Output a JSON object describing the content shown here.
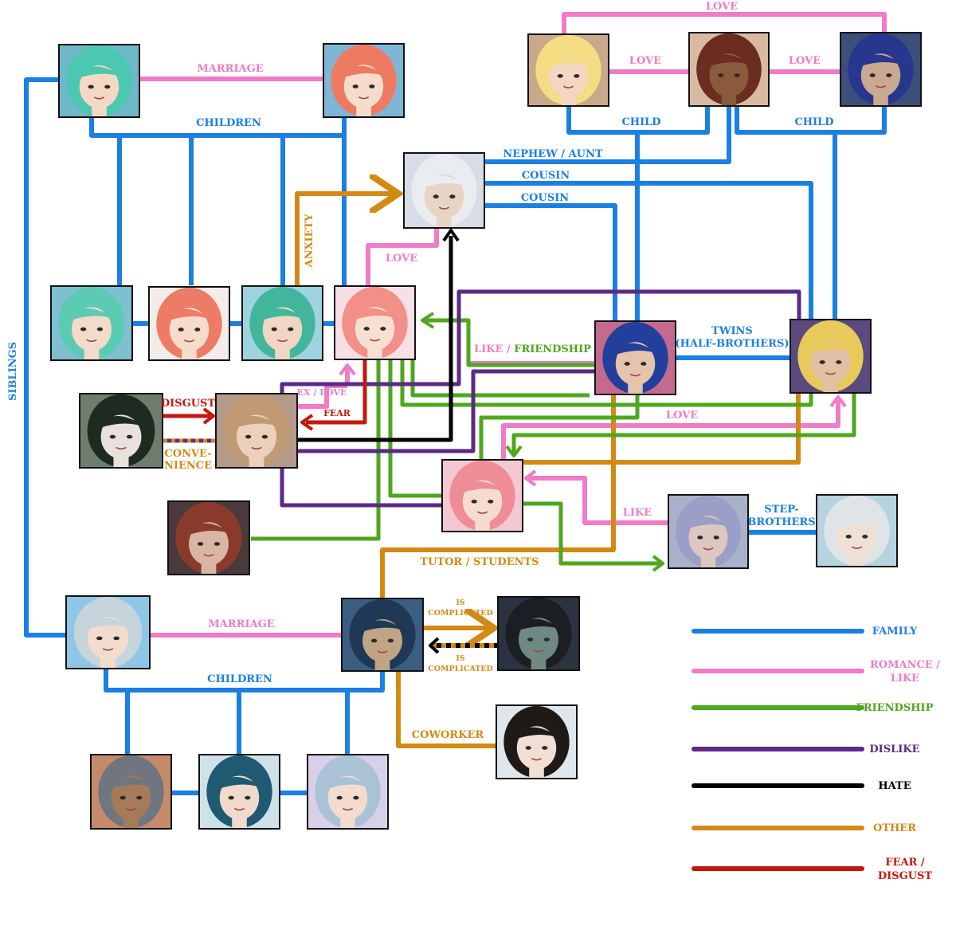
{
  "colors": {
    "family": "#1b7fe3",
    "romance": "#f07bc6",
    "friendship": "#4ea71d",
    "dislike": "#5b2a86",
    "hate": "#000000",
    "other": "#d38a14",
    "fear": "#c4180e"
  },
  "portraits": [
    {
      "id": "p1",
      "icon": "teal-hair-portrait-icon",
      "bg": "#6fb8c9",
      "hair": "#4cc8b0",
      "skin": "#f5d8c4"
    },
    {
      "id": "p2",
      "icon": "red-hair-portrait-icon",
      "bg": "#7fb6d8",
      "hair": "#ef7a62",
      "skin": "#f7dccb"
    },
    {
      "id": "p3",
      "icon": "blonde-hair-portrait-icon",
      "bg": "#c9a98a",
      "hair": "#f4dd82",
      "skin": "#f4d6c2"
    },
    {
      "id": "p4",
      "icon": "rasta-hair-portrait-icon",
      "bg": "#d9b9a2",
      "hair": "#6b2d1f",
      "skin": "#8a5a3c"
    },
    {
      "id": "p5",
      "icon": "navy-hair-portrait-icon",
      "bg": "#3a4f7a",
      "hair": "#27378e",
      "skin": "#c9a98f"
    },
    {
      "id": "p6",
      "icon": "silver-hair-portrait-icon",
      "bg": "#d7dde4",
      "hair": "#e9ecf0",
      "skin": "#e8d4c4"
    },
    {
      "id": "p7",
      "icon": "teal-hair-portrait-icon",
      "bg": "#7ec0cf",
      "hair": "#5ccbb4",
      "skin": "#f3dbc9"
    },
    {
      "id": "p8",
      "icon": "red-hair-portrait-icon",
      "bg": "#f3ece8",
      "hair": "#ee7b66",
      "skin": "#f7dccb"
    },
    {
      "id": "p9",
      "icon": "teal-hair-portrait-icon",
      "bg": "#9ed3df",
      "hair": "#42b69d",
      "skin": "#f2d6c4"
    },
    {
      "id": "p10",
      "icon": "pink-hair-portrait-icon",
      "bg": "#f6dfe6",
      "hair": "#f28f86",
      "skin": "#f7e0d2"
    },
    {
      "id": "p11",
      "icon": "blue-hair-portrait-icon",
      "bg": "#c46a8e",
      "hair": "#233f9c",
      "skin": "#e6c3ab"
    },
    {
      "id": "p12",
      "icon": "blonde-hair-portrait-icon",
      "bg": "#5a4a7e",
      "hair": "#e8c95c",
      "skin": "#e2c0a4"
    },
    {
      "id": "p13",
      "icon": "black-hair-portrait-icon",
      "bg": "#6f7d6e",
      "hair": "#1d2b20",
      "skin": "#e9e2dc"
    },
    {
      "id": "p14",
      "icon": "brown-hair-portrait-icon",
      "bg": "#b49a8b",
      "hair": "#c09a72",
      "skin": "#ecd0bb"
    },
    {
      "id": "p15",
      "icon": "pink-hair-portrait-icon",
      "bg": "#f4c8d1",
      "hair": "#ee8d96",
      "skin": "#f7dbcf"
    },
    {
      "id": "p16",
      "icon": "auburn-hair-portrait-icon",
      "bg": "#4a3a3c",
      "hair": "#8a3a2a",
      "skin": "#d9b6a4"
    },
    {
      "id": "p17",
      "icon": "lavender-hair-portrait-icon",
      "bg": "#aab2c9",
      "hair": "#9b9ec6",
      "skin": "#ddc7c1"
    },
    {
      "id": "p18",
      "icon": "silver-hair-portrait-icon",
      "bg": "#b5d4e0",
      "hair": "#dfe4e6",
      "skin": "#efe0d4"
    },
    {
      "id": "p19",
      "icon": "silver-hair-portrait-icon",
      "bg": "#8ec6e6",
      "hair": "#c6d4dc",
      "skin": "#f1dccd"
    },
    {
      "id": "p20",
      "icon": "navy-hair-portrait-icon",
      "bg": "#3a5d82",
      "hair": "#1f3855",
      "skin": "#bfa583"
    },
    {
      "id": "p21",
      "icon": "dark-hair-portrait-icon",
      "bg": "#2a3440",
      "hair": "#1b1e22",
      "skin": "#6f8a82"
    },
    {
      "id": "p22",
      "icon": "black-hair-portrait-icon",
      "bg": "#dfe7ee",
      "hair": "#1e1a18",
      "skin": "#f2dfd3"
    },
    {
      "id": "p23",
      "icon": "grey-hair-portrait-icon",
      "bg": "#c58a6a",
      "hair": "#6f7680",
      "skin": "#a77a5a"
    },
    {
      "id": "p24",
      "icon": "teal-ombre-hair-portrait-icon",
      "bg": "#cfe1e8",
      "hair": "#1f5a72",
      "skin": "#f1dacb"
    },
    {
      "id": "p25",
      "icon": "silver-hair-portrait-icon",
      "bg": "#d8cfe8",
      "hair": "#a9c2d6",
      "skin": "#f3dccf"
    }
  ],
  "labels": {
    "love_top": "LOVE",
    "marriage_top": "MARRIAGE",
    "children_top": "CHILDREN",
    "love_left": "LOVE",
    "love_right": "LOVE",
    "child_left": "CHILD",
    "child_right": "CHILD",
    "nephew_aunt": "NEPHEW / AUNT",
    "cousin_1": "COUSIN",
    "cousin_2": "COUSIN",
    "anxiety": "ANXIETY",
    "love_mid": "LOVE",
    "siblings": "SIBLINGS",
    "like_friendship_1": "LIKE / ",
    "like_friendship_2": "FRIENDSHIP",
    "twins_1": "TWINS",
    "twins_2": "(HALF-BROTHERS)",
    "ex_love": "EX / LOVE",
    "disgust": "DISGUST",
    "fear": "FEAR",
    "conve_1": "CONVE-",
    "conve_2": "NIENCE",
    "love_low": "LOVE",
    "like": "LIKE",
    "step_1": "STEP-",
    "step_2": "BROTHERS",
    "tutor": "TUTOR /  STUDENTS",
    "marriage_bottom": "MARRIAGE",
    "children_bottom": "CHILDREN",
    "complicated_1a": "IS",
    "complicated_1b": "COMPLICATED",
    "complicated_2a": "IS",
    "complicated_2b": "COMPLICATED",
    "coworker": "COWORKER"
  },
  "legend": [
    {
      "key": "family",
      "label": "FAMILY"
    },
    {
      "key": "romance",
      "label": "ROMANCE /",
      "label2": "LIKE"
    },
    {
      "key": "friendship",
      "label": "FRIENDSHIP"
    },
    {
      "key": "dislike",
      "label": "DISLIKE"
    },
    {
      "key": "hate",
      "label": "HATE"
    },
    {
      "key": "other",
      "label": "OTHER"
    },
    {
      "key": "fear",
      "label": "FEAR /",
      "label2": "DISGUST"
    }
  ]
}
